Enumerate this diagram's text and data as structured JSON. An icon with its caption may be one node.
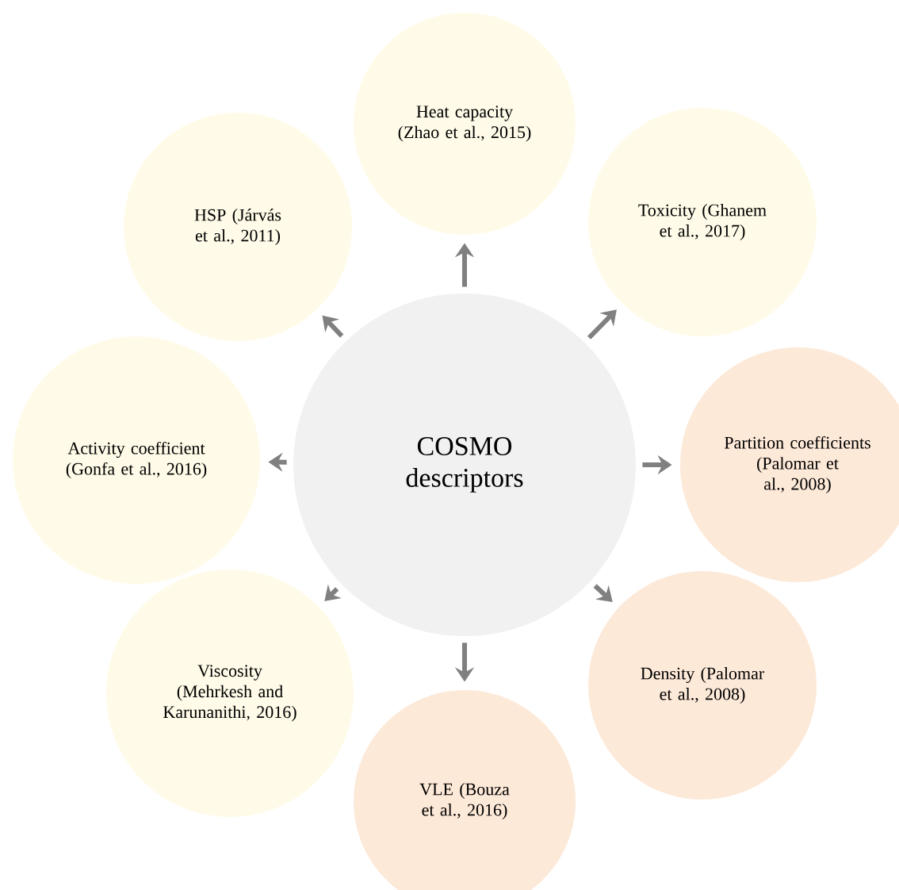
{
  "diagram": {
    "nodes": [
      {
        "text": [
          "COSMO descriptors"
        ]
      },
      {
        "text": [
          "Heat capacity (Zhao et al., 2015)"
        ]
      },
      {
        "text": [
          "Toxicity (Ghanem et al., 2017)"
        ]
      },
      {
        "text": [
          "Partition coefficients (Palomar et al., 2008)"
        ]
      },
      {
        "text": [
          "Density (Palomar et al., 2008)"
        ]
      },
      {
        "text": [
          "VLE (Bouza et al., 2016)"
        ]
      },
      {
        "text": [
          "Viscosity (Mehrkesh and Karunanithi, 2016)"
        ]
      },
      {
        "text": [
          "Activity coefficient (Gonfa et al., 2016)"
        ]
      },
      {
        "text": [
          "HSP (Járvás et al., 2011)"
        ]
      }
    ],
    "edges": [
      {
        "from": 0,
        "to": 1,
        "arrow": "to"
      },
      {
        "from": 0,
        "to": 2,
        "arrow": "to"
      },
      {
        "from": 0,
        "to": 3,
        "arrow": "to"
      },
      {
        "from": 0,
        "to": 4,
        "arrow": "to"
      },
      {
        "from": 0,
        "to": 5,
        "arrow": "to"
      },
      {
        "from": 0,
        "to": 6,
        "arrow": "to"
      },
      {
        "from": 0,
        "to": 7,
        "arrow": "to"
      },
      {
        "from": 0,
        "to": 8,
        "arrow": "to"
      }
    ]
  }
}
